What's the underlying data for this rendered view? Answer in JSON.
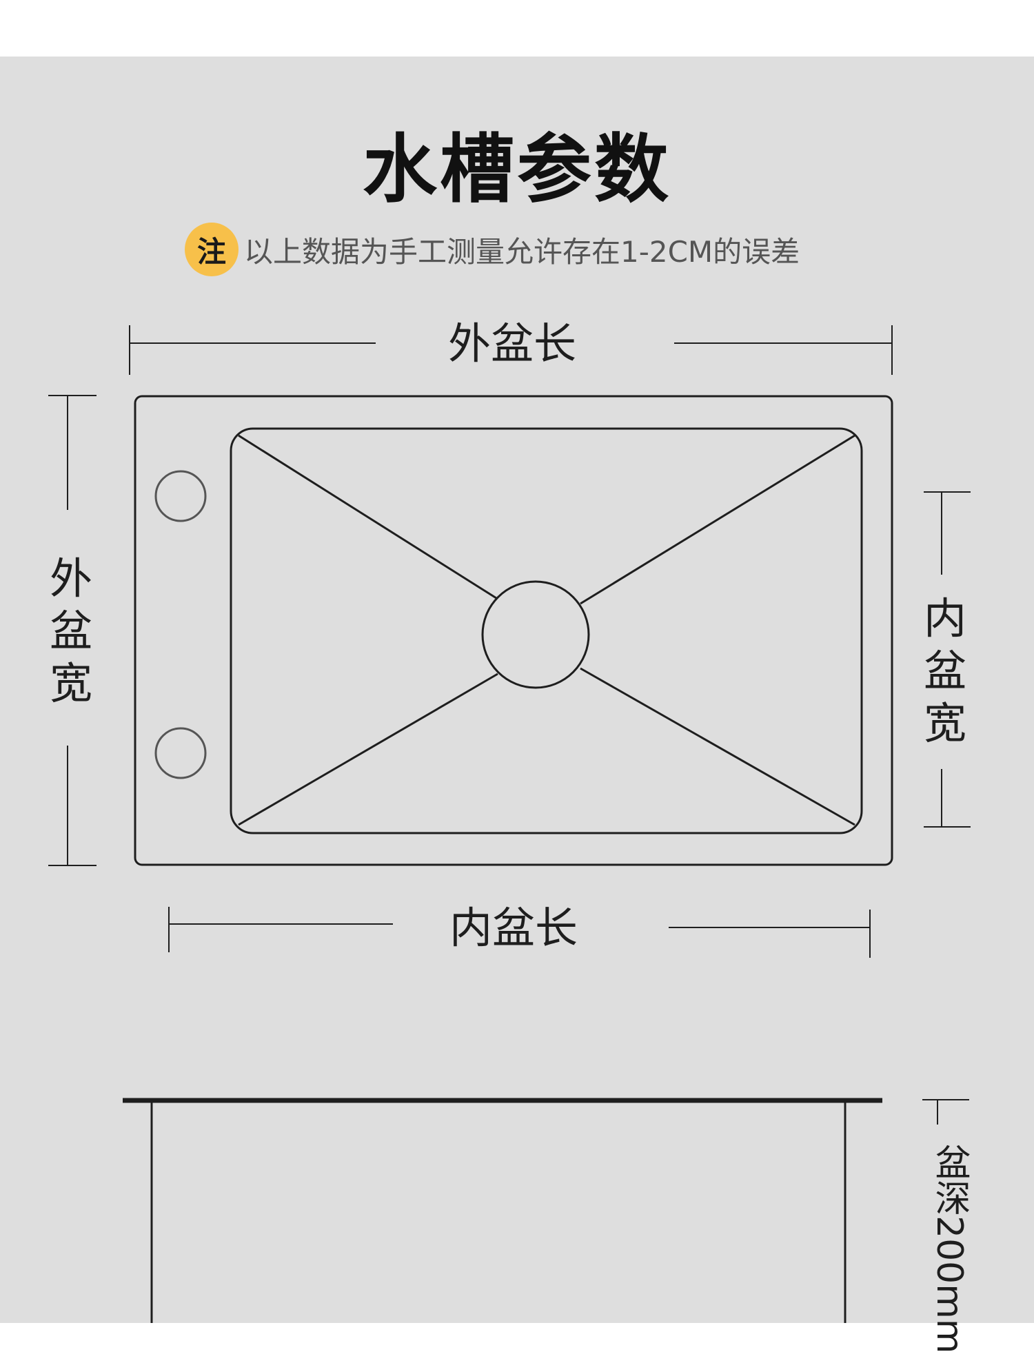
{
  "page": {
    "title": "水槽参数",
    "note_badge": "注",
    "note_text": "以上数据为手工测量允许存在1-2CM的误差"
  },
  "labels": {
    "outer_length": "外盆长",
    "outer_width": "外盆宽",
    "inner_width": "内盆宽",
    "inner_length": "内盆长",
    "depth": "盆深200mm"
  },
  "colors": {
    "background": "#dedede",
    "badge": "#f7c04a",
    "line": "#1e1e1e"
  }
}
